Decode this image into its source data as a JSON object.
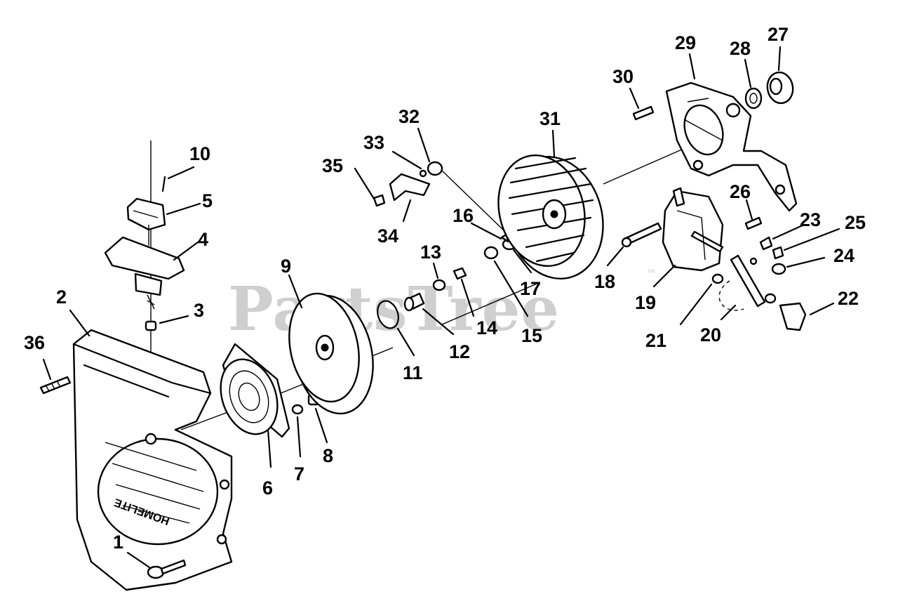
{
  "watermark": {
    "text": "PartsTree",
    "mark": "™"
  },
  "callouts": [
    "1",
    "2",
    "3",
    "4",
    "5",
    "6",
    "7",
    "8",
    "9",
    "10",
    "11",
    "12",
    "13",
    "14",
    "15",
    "16",
    "17",
    "18",
    "19",
    "20",
    "21",
    "22",
    "23",
    "24",
    "25",
    "26",
    "27",
    "28",
    "29",
    "30",
    "31",
    "32",
    "33",
    "34",
    "35",
    "36"
  ]
}
